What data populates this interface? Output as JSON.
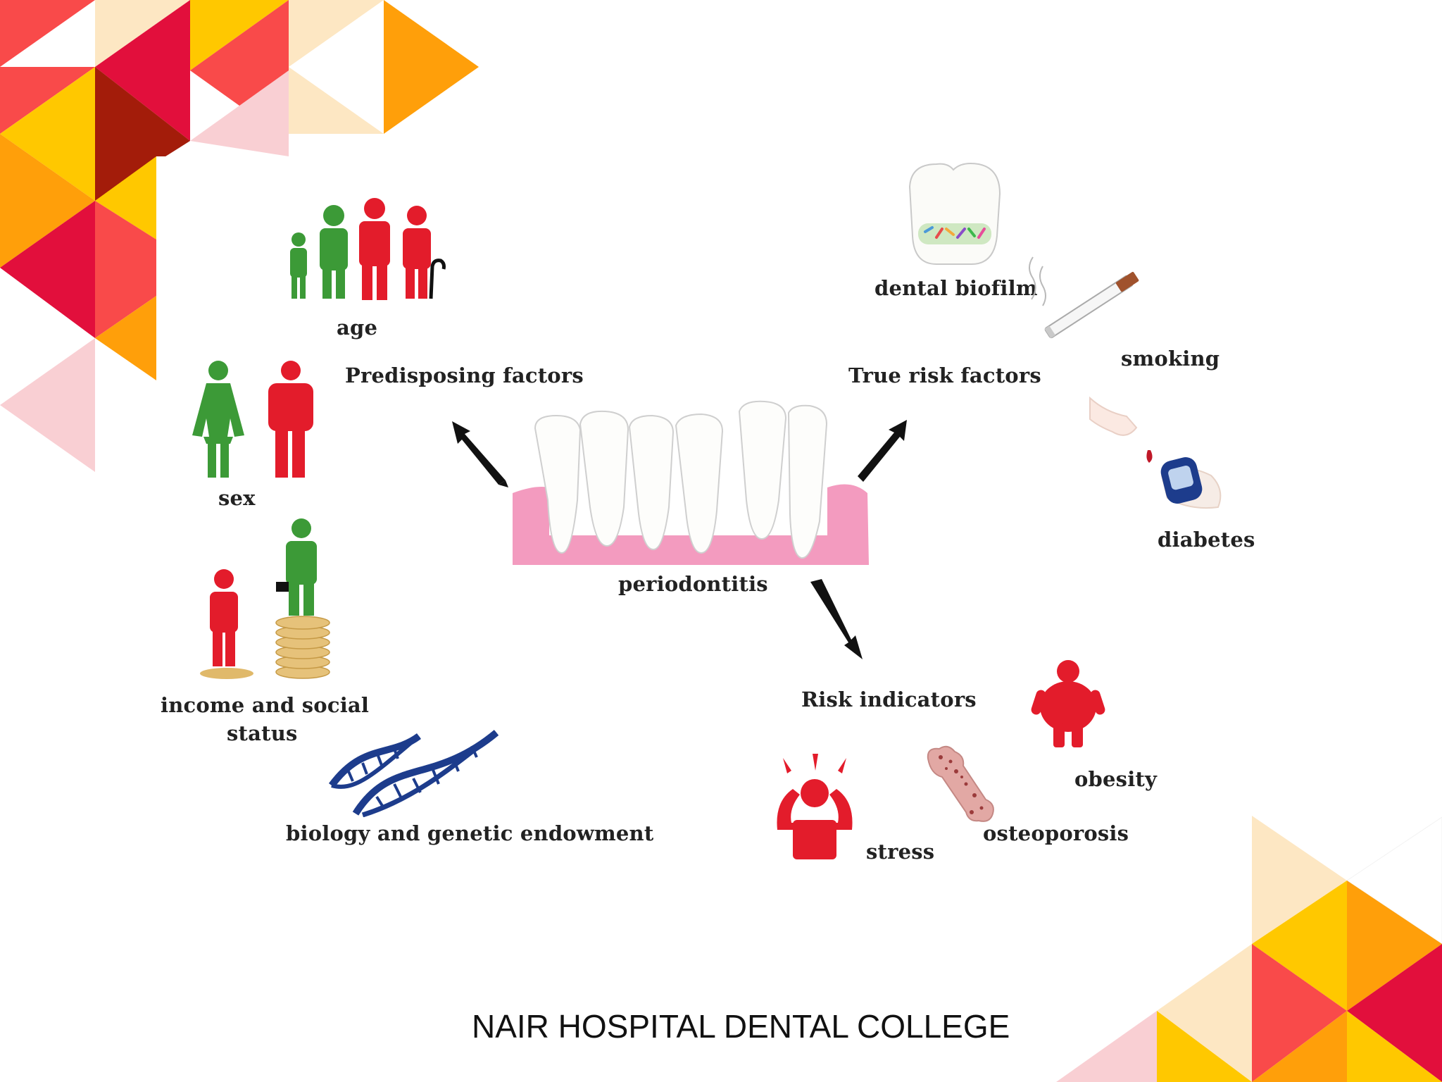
{
  "colors": {
    "red": "#e31c2b",
    "green": "#3c9a37",
    "gum_pink": "#f39bbf",
    "dna_blue": "#1d3c8c",
    "deco_orange": "#ff9f0a",
    "deco_yellow": "#ffc800",
    "deco_crimson": "#e20f3c",
    "deco_pink": "#f9cfd3",
    "deco_cream": "#fde7c3"
  },
  "diagram": {
    "center_label": "periodontitis",
    "groups": {
      "predisposing": "Predisposing factors",
      "true_risk": "True risk factors",
      "risk_indicators": "Risk indicators"
    },
    "factors": {
      "age": "age",
      "sex": "sex",
      "income_line1": "income and social",
      "income_line2": "status",
      "genetics": "biology and genetic endowment",
      "biofilm": "dental biofilm",
      "smoking": "smoking",
      "diabetes": "diabetes",
      "obesity": "obesity",
      "stress": "stress",
      "osteoporosis": "osteoporosis"
    },
    "icons": [
      "people-age-icon",
      "male-female-icon",
      "money-stack-icon",
      "dna-icon",
      "tooth-biofilm-icon",
      "cigarette-icon",
      "glucose-meter-icon",
      "obese-person-icon",
      "stressed-person-icon",
      "bone-icon",
      "teeth-gums-icon"
    ]
  },
  "footer": {
    "text": "NAIR HOSPITAL DENTAL COLLEGE"
  }
}
